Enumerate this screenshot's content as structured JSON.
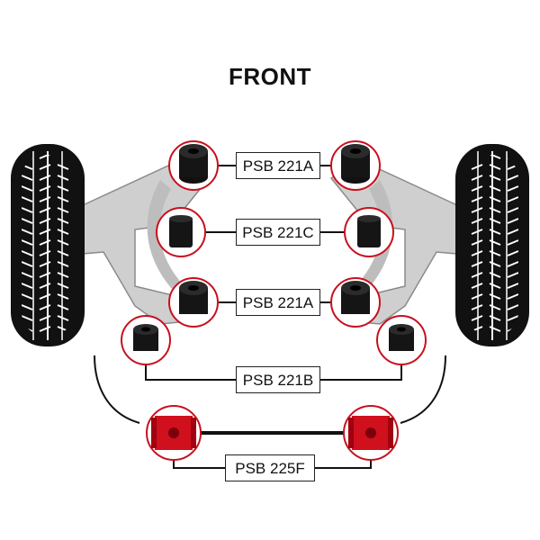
{
  "title": "FRONT",
  "labels": {
    "upper_front": "PSB 221A",
    "upper_rear": "PSB 221C",
    "lower_front": "PSB 221A",
    "rear_mount": "PSB 221B",
    "anti_roll_bar": "PSB 225F"
  },
  "colors": {
    "circle_outline": "#c8101e",
    "bush_black": "#151515",
    "bush_red": "#d0101c",
    "arm_grey": "#cccccc",
    "line": "#111111"
  },
  "icons": {
    "tyre": "tyre-tread-icon",
    "bush": "bush-icon"
  }
}
